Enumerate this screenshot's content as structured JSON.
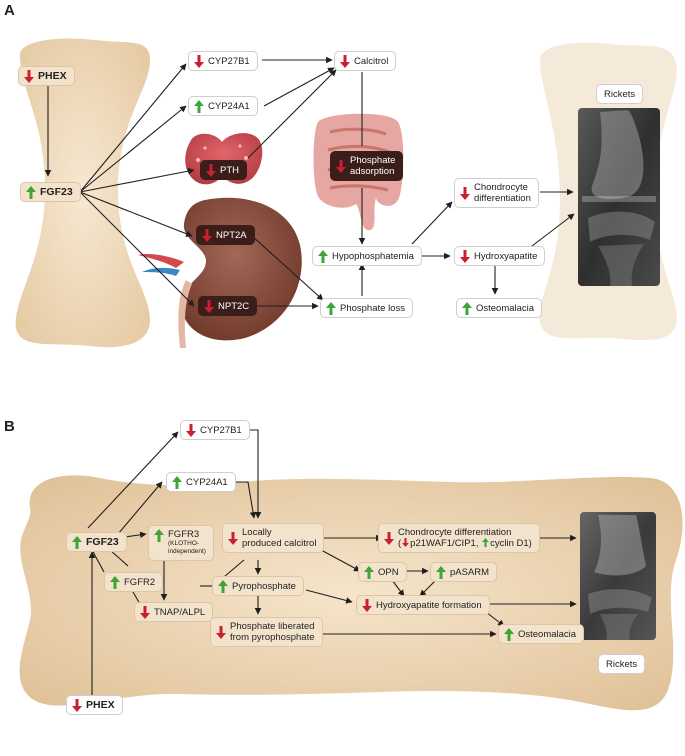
{
  "panels": {
    "a": {
      "letter": "A"
    },
    "b": {
      "letter": "B"
    }
  },
  "colors": {
    "down": "#c8202e",
    "up": "#3fa535",
    "bone": "#f0ddc0",
    "connector": "#1f1f1f"
  },
  "panel_a": {
    "phex": {
      "label": "PHEX",
      "dir": "down"
    },
    "fgf23": {
      "label": "FGF23",
      "dir": "up"
    },
    "cyp27b1": {
      "label": "CYP27B1",
      "dir": "down"
    },
    "cyp24a1": {
      "label": "CYP24A1",
      "dir": "up"
    },
    "pth": {
      "label": "PTH",
      "dir": "down"
    },
    "npt2a": {
      "label": "NPT2A",
      "dir": "down"
    },
    "npt2c": {
      "label": "NPT2C",
      "dir": "down"
    },
    "calcitriol": {
      "label": "Calcitrol",
      "dir": "down"
    },
    "phosphate_absorption": {
      "line1": "Phosphate",
      "line2": "adsorption",
      "dir": "down"
    },
    "hypophosphatemia": {
      "label": "Hypophosphatemia",
      "dir": "up"
    },
    "phosphate_loss": {
      "label": "Phosphate loss",
      "dir": "up"
    },
    "chondrocyte": {
      "line1": "Chondrocyte",
      "line2": "differentiation",
      "dir": "down"
    },
    "hydroxyapatite": {
      "label": "Hydroxyapatite",
      "dir": "down"
    },
    "osteomalacia": {
      "label": "Osteomalacia",
      "dir": "up"
    },
    "rickets": {
      "label": "Rickets"
    }
  },
  "panel_b": {
    "cyp27b1": {
      "label": "CYP27B1",
      "dir": "down"
    },
    "cyp24a1": {
      "label": "CYP24A1",
      "dir": "up"
    },
    "fgf23": {
      "label": "FGF23",
      "dir": "up"
    },
    "fgfr3": {
      "line1": "FGFR3",
      "line2": "(KLOTHO-",
      "line3": "independent)",
      "dir": "up"
    },
    "fgfr2": {
      "label": "FGFR2",
      "dir": "up"
    },
    "tnap": {
      "label": "TNAP/ALPL",
      "dir": "down"
    },
    "calcitriol": {
      "line1": "Locally",
      "line2": "produced calcitrol",
      "dir": "down"
    },
    "pyrophosphate": {
      "label": "Pyrophosphate",
      "dir": "up"
    },
    "phosphate_liberated": {
      "line1": "Phosphate liberated",
      "line2": "from pyrophosphate",
      "dir": "down"
    },
    "chondrocyte": {
      "line1": "Chondrocyte differentiation",
      "p21": "p21WAF1/CIP1,",
      "cyclin": "cyclin D1",
      "dir": "down"
    },
    "opn": {
      "label": "OPN",
      "dir": "up"
    },
    "pasarm": {
      "label": "pASARM",
      "dir": "up"
    },
    "hydroxyapatite": {
      "label": "Hydroxyapatite formation",
      "dir": "down"
    },
    "osteomalacia": {
      "label": "Osteomalacia",
      "dir": "up"
    },
    "phex": {
      "label": "PHEX",
      "dir": "down"
    },
    "rickets": {
      "label": "Rickets"
    }
  }
}
